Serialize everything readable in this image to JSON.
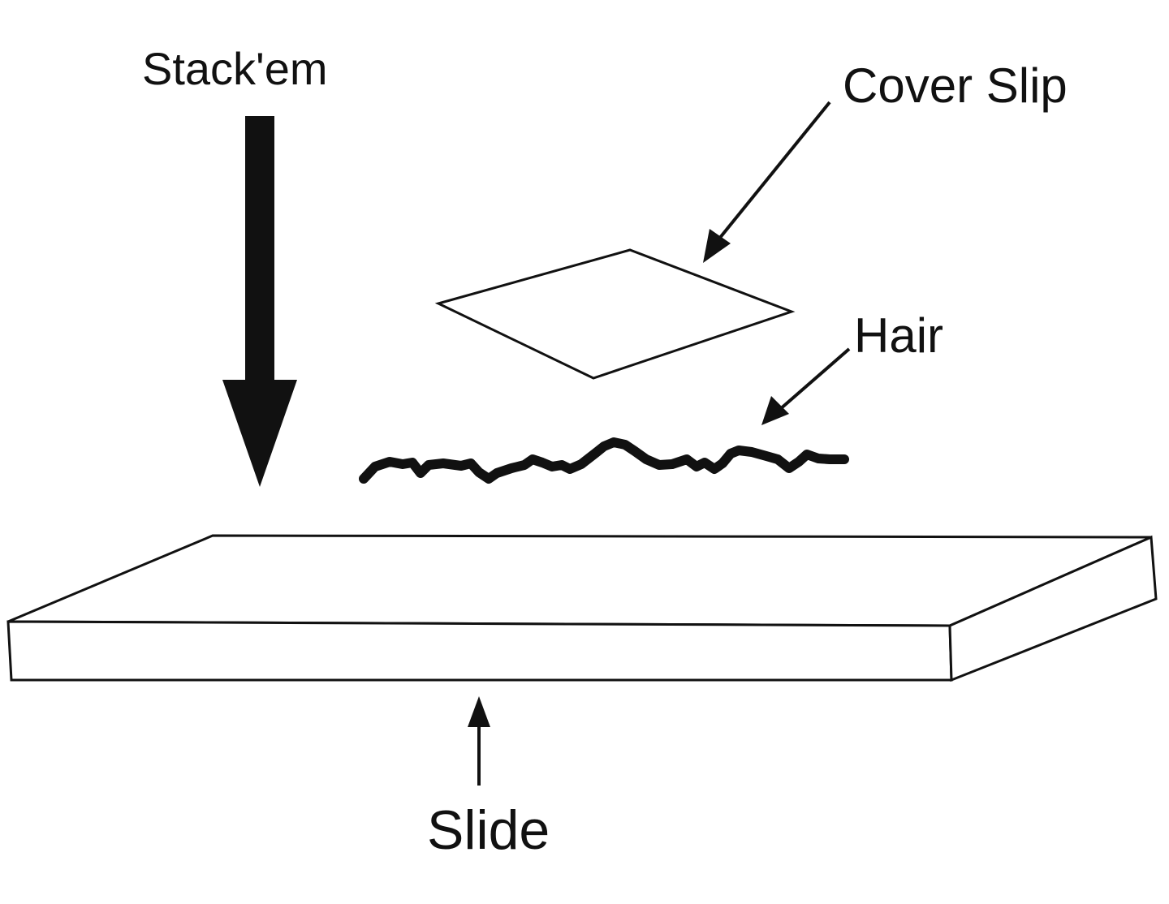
{
  "labels": {
    "stack": "Stack'em",
    "cover_slip": "Cover Slip",
    "hair": "Hair",
    "slide": "Slide"
  },
  "colors": {
    "ink": "#111111",
    "background": "#ffffff"
  }
}
